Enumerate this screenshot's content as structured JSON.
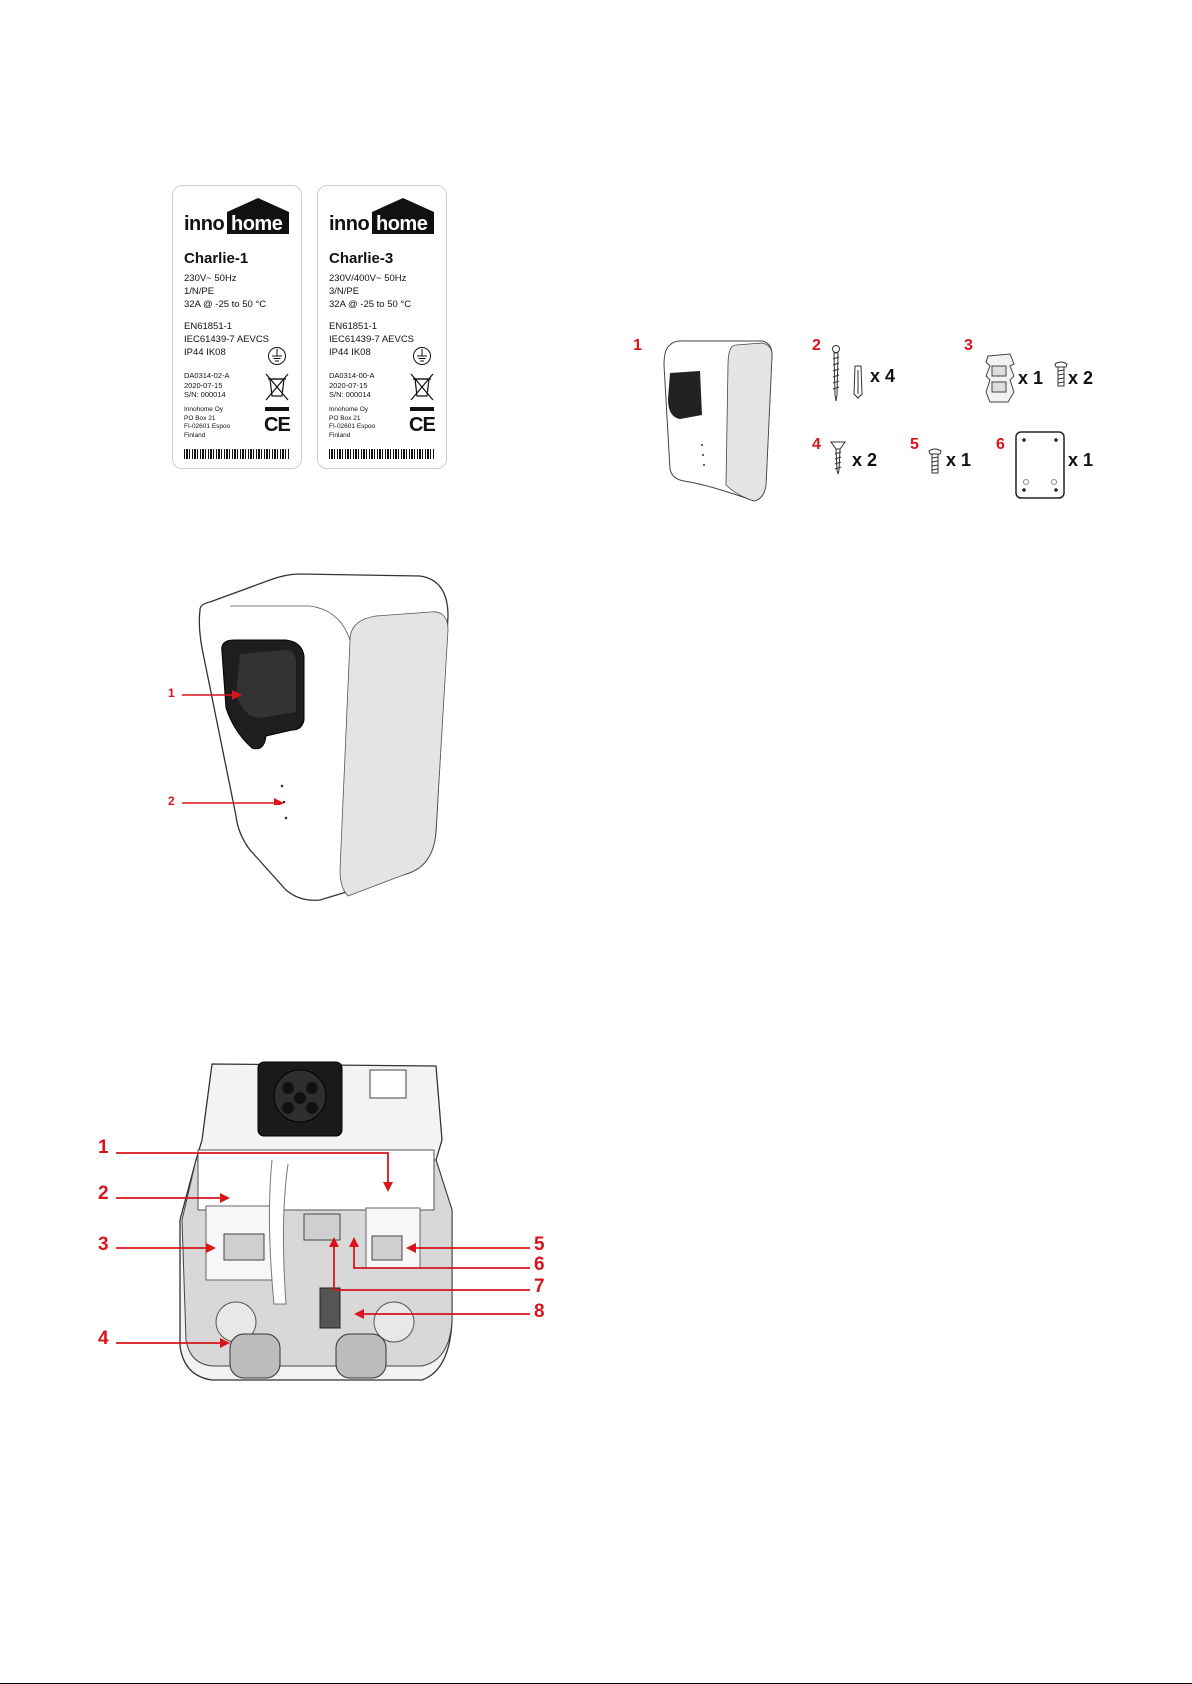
{
  "labels": [
    {
      "brand_a": "inno",
      "brand_b": "home",
      "model": "Charlie-1",
      "power": [
        "230V~ 50Hz",
        "1/N/PE",
        "32A @ -25 to 50 °C"
      ],
      "standards": [
        "EN61851-1",
        "IEC61439-7 AEVCS",
        "IP44  IK08"
      ],
      "meta": [
        "DA0314-02-A",
        "2020-07-15",
        "S/N: 000014"
      ],
      "address": [
        "Innohome Oy",
        "PO Box 21",
        "FI-02601 Espoo",
        "Finland"
      ],
      "ce": "CE"
    },
    {
      "brand_a": "inno",
      "brand_b": "home",
      "model": "Charlie-3",
      "power": [
        "230V/400V~ 50Hz",
        "3/N/PE",
        "32A @ -25 to 50 °C"
      ],
      "standards": [
        "EN61851-1",
        "IEC61439-7 AEVCS",
        "IP44  IK08"
      ],
      "meta": [
        "DA0314-00-A",
        "2020-07-15",
        "S/N: 000014"
      ],
      "address": [
        "Innohome Oy",
        "PO Box 21",
        "FI-02601 Espoo",
        "Finland"
      ],
      "ce": "CE"
    }
  ],
  "package": {
    "items": [
      {
        "num": "1",
        "qty": ""
      },
      {
        "num": "2",
        "qty": "x 4"
      },
      {
        "num": "3",
        "qty": "x 1",
        "qty2": "x 2"
      },
      {
        "num": "4",
        "qty": "x 2"
      },
      {
        "num": "5",
        "qty": "x 1"
      },
      {
        "num": "6",
        "qty": "x 1"
      }
    ]
  },
  "front_view": {
    "callouts": [
      "1",
      "2"
    ]
  },
  "interior_view": {
    "left_callouts": [
      "1",
      "2",
      "3",
      "4"
    ],
    "right_callouts": [
      "5",
      "6",
      "7",
      "8"
    ]
  },
  "colors": {
    "accent_red": "#d9141b",
    "ink": "#111111",
    "device_grey": "#e4e4e4"
  }
}
